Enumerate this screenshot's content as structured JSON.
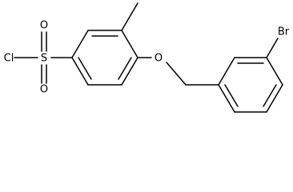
{
  "molecule": {
    "atom_labels": {
      "chlorine": "Cl",
      "sulfur": "S",
      "oxygen_upper": "O",
      "oxygen_lower": "O",
      "ether_oxygen": "O",
      "bromine": "Br"
    }
  }
}
